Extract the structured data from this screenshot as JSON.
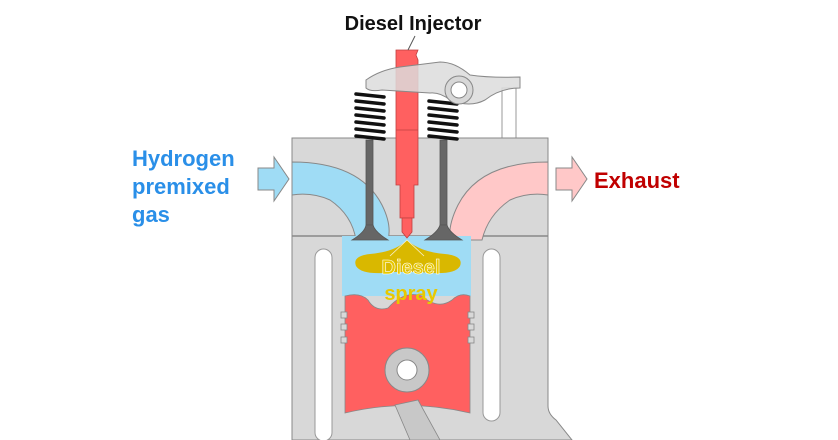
{
  "labels": {
    "injector": "Diesel Injector",
    "intake_line1": "Hydrogen",
    "intake_line2": "premixed",
    "intake_line3": "gas",
    "exhaust": "Exhaust",
    "spray_line1": "Diesel",
    "spray_line2": "spray"
  },
  "colors": {
    "intake_text": "#2a8fe8",
    "intake_gas": "#9fdcf5",
    "exhaust_text": "#c00000",
    "exhaust_gas": "#ffc8c8",
    "injector": "#ff6060",
    "piston": "#ff6060",
    "spray": "#d9b800",
    "spray_text": "#e8c800",
    "block": "#d8d8d8",
    "valve": "#666666",
    "outline": "#888888"
  },
  "icons": {
    "intake_arrow": "arrow-right-icon",
    "exhaust_arrow": "arrow-right-icon"
  }
}
